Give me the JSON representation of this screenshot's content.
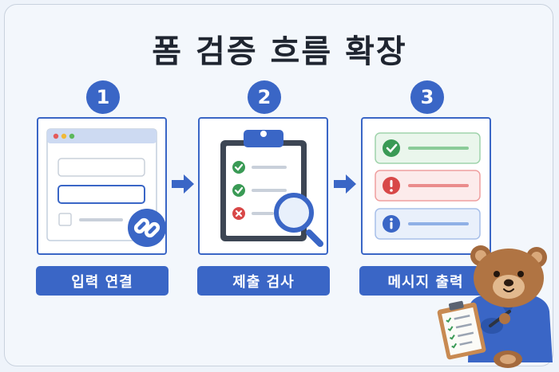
{
  "title": "폼 검증 흐름 확장",
  "steps": [
    {
      "number": "1",
      "label": "입력 연결"
    },
    {
      "number": "2",
      "label": "제출 검사"
    },
    {
      "number": "3",
      "label": "메시지 출력"
    }
  ],
  "colors": {
    "accent": "#3a66c6",
    "success": "#3a9a55",
    "error": "#d84848",
    "info": "#3a66c6"
  }
}
